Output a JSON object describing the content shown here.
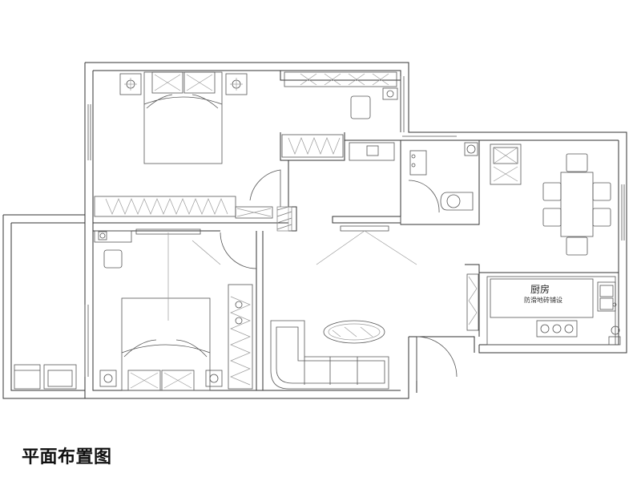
{
  "caption": "平面布置图",
  "rooms": {
    "kitchen": {
      "name": "厨房",
      "note": "防滑地砖铺设"
    }
  }
}
